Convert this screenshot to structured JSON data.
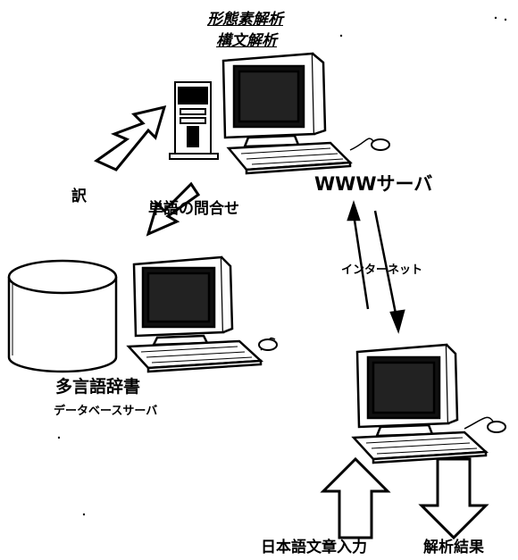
{
  "labels": {
    "morph_analysis": "形態素解析",
    "syntax_analysis": "構文解析",
    "www_server": "WWWサーバ",
    "translation": "訳",
    "word_query": "単語の問合せ",
    "internet": "インターネット",
    "dictionary_title": "多言語辞書",
    "dictionary_sub": "データベースサーバ",
    "jp_input": "日本語文章入力",
    "analysis_result": "解析結果"
  }
}
